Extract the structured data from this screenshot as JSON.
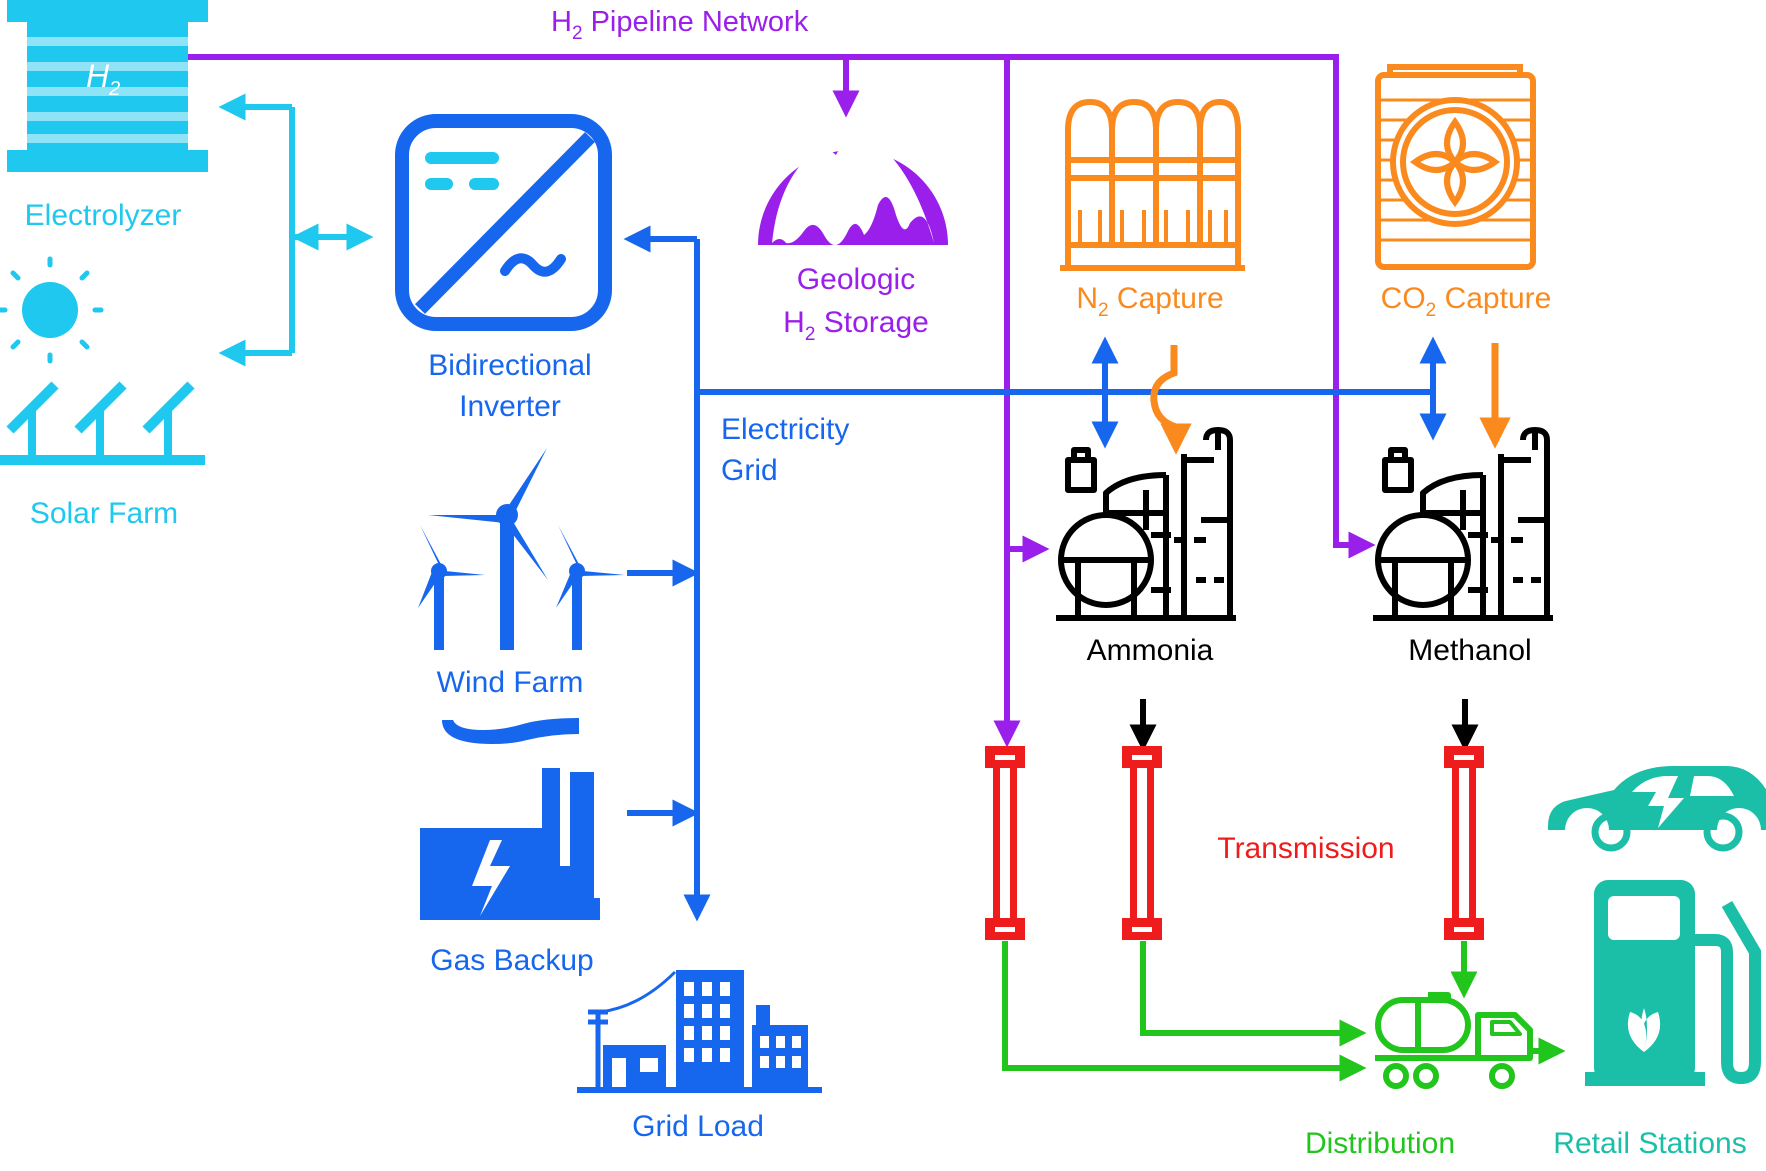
{
  "labels": {
    "h2_pipeline_prefix": "H",
    "h2_pipeline_sub": "2",
    "h2_pipeline_suffix": " Pipeline Network",
    "electrolyzer": "Electrolyzer",
    "electrolyzer_mark_main": "H",
    "electrolyzer_mark_sub": "2",
    "solar_farm": "Solar Farm",
    "inverter_line1": "Bidirectional",
    "inverter_line2": "Inverter",
    "electricity_grid_line1": "Electricity",
    "electricity_grid_line2": "Grid",
    "wind_farm": "Wind Farm",
    "gas_backup": "Gas Backup",
    "grid_load": "Grid Load",
    "geologic_line1": "Geologic",
    "geologic_line2_prefix": "H",
    "geologic_line2_sub": "2",
    "geologic_line2_suffix": " Storage",
    "n2_capture_prefix": "N",
    "n2_capture_sub": "2",
    "n2_capture_suffix": " Capture",
    "co2_capture_prefix": "CO",
    "co2_capture_sub": "2",
    "co2_capture_suffix": " Capture",
    "ammonia": "Ammonia",
    "methanol": "Methanol",
    "transmission": "Transmission",
    "distribution": "Distribution",
    "retail_stations": "Retail Stations"
  },
  "colors": {
    "hydrogen": "#9a1fea",
    "renewables": "#1ec8ee",
    "grid": "#1767ee",
    "capture": "#fb8a1e",
    "plant": "#000000",
    "transmission": "#ee1c1c",
    "distribution": "#22c51b",
    "retail": "#1bbfa7"
  }
}
